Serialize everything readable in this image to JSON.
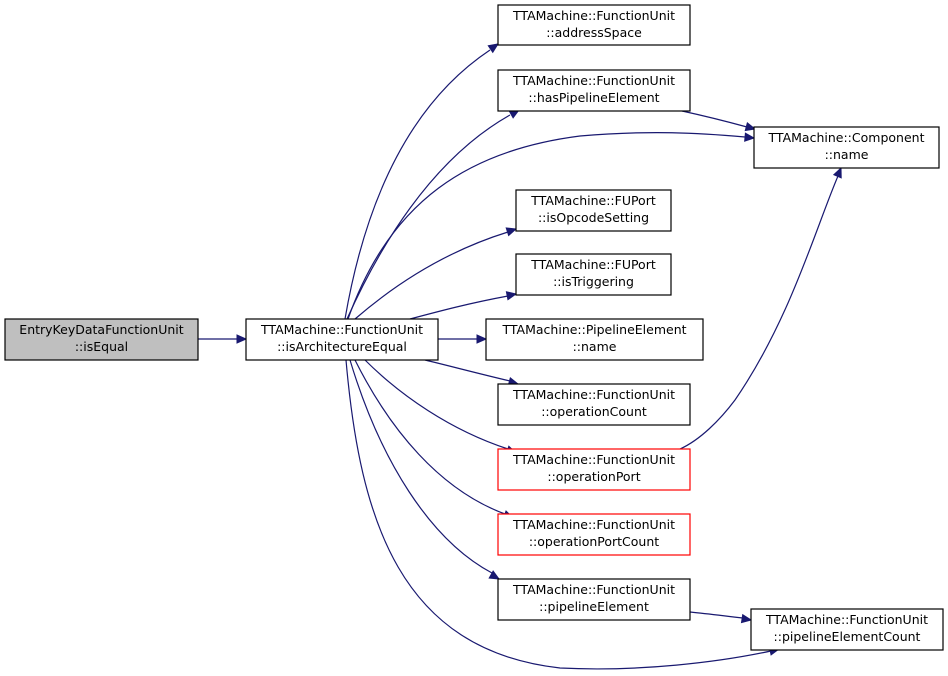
{
  "nodes": [
    {
      "id": "entry_isequal",
      "line1": "EntryKeyDataFunctionUnit",
      "line2": "::isEqual",
      "style": "current"
    },
    {
      "id": "fu_isarchequal",
      "line1": "TTAMachine::FunctionUnit",
      "line2": "::isArchitectureEqual",
      "style": "normal"
    },
    {
      "id": "fu_addressspace",
      "line1": "TTAMachine::FunctionUnit",
      "line2": "::addressSpace",
      "style": "normal"
    },
    {
      "id": "fu_haspipeline",
      "line1": "TTAMachine::FunctionUnit",
      "line2": "::hasPipelineElement",
      "style": "normal"
    },
    {
      "id": "comp_name",
      "line1": "TTAMachine::Component",
      "line2": "::name",
      "style": "normal"
    },
    {
      "id": "fuport_isopcode",
      "line1": "TTAMachine::FUPort",
      "line2": "::isOpcodeSetting",
      "style": "normal"
    },
    {
      "id": "fuport_istrigger",
      "line1": "TTAMachine::FUPort",
      "line2": "::isTriggering",
      "style": "normal"
    },
    {
      "id": "pipe_name",
      "line1": "TTAMachine::PipelineElement",
      "line2": "::name",
      "style": "normal"
    },
    {
      "id": "fu_opcount",
      "line1": "TTAMachine::FunctionUnit",
      "line2": "::operationCount",
      "style": "normal"
    },
    {
      "id": "fu_opport",
      "line1": "TTAMachine::FunctionUnit",
      "line2": "::operationPort",
      "style": "highlight"
    },
    {
      "id": "fu_opportcount",
      "line1": "TTAMachine::FunctionUnit",
      "line2": "::operationPortCount",
      "style": "highlight"
    },
    {
      "id": "fu_pipeelem",
      "line1": "TTAMachine::FunctionUnit",
      "line2": "::pipelineElement",
      "style": "normal"
    },
    {
      "id": "fu_pipecount",
      "line1": "TTAMachine::FunctionUnit",
      "line2": "::pipelineElementCount",
      "style": "normal"
    }
  ],
  "edges": [
    {
      "from": "entry_isequal",
      "to": "fu_isarchequal"
    },
    {
      "from": "fu_isarchequal",
      "to": "fu_addressspace"
    },
    {
      "from": "fu_isarchequal",
      "to": "fu_haspipeline"
    },
    {
      "from": "fu_isarchequal",
      "to": "comp_name"
    },
    {
      "from": "fu_isarchequal",
      "to": "fuport_isopcode"
    },
    {
      "from": "fu_isarchequal",
      "to": "fuport_istrigger"
    },
    {
      "from": "fu_isarchequal",
      "to": "pipe_name"
    },
    {
      "from": "fu_isarchequal",
      "to": "fu_opcount"
    },
    {
      "from": "fu_isarchequal",
      "to": "fu_opport"
    },
    {
      "from": "fu_isarchequal",
      "to": "fu_opportcount"
    },
    {
      "from": "fu_isarchequal",
      "to": "fu_pipeelem"
    },
    {
      "from": "fu_isarchequal",
      "to": "fu_pipecount"
    },
    {
      "from": "fu_haspipeline",
      "to": "comp_name"
    },
    {
      "from": "fu_opport",
      "to": "comp_name"
    },
    {
      "from": "fu_pipeelem",
      "to": "fu_pipecount"
    }
  ],
  "colors": {
    "edge": "#191970",
    "current_fill": "#bfbfbf",
    "highlight_border": "#ff0000"
  }
}
